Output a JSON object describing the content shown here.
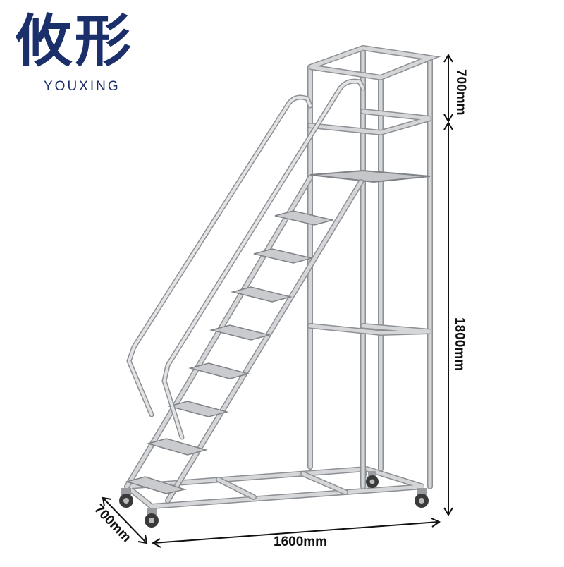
{
  "logo": {
    "chinese": "攸形",
    "english": "YOUXING"
  },
  "dimensions": {
    "top_height": "700mm",
    "main_height": "1800mm",
    "length": "1600mm",
    "depth": "700mm"
  },
  "colors": {
    "brand": "#1b2f6b",
    "frame": "#d4d6d8",
    "frame_edge": "#8d9094",
    "wheel": "#3a3a3a"
  }
}
